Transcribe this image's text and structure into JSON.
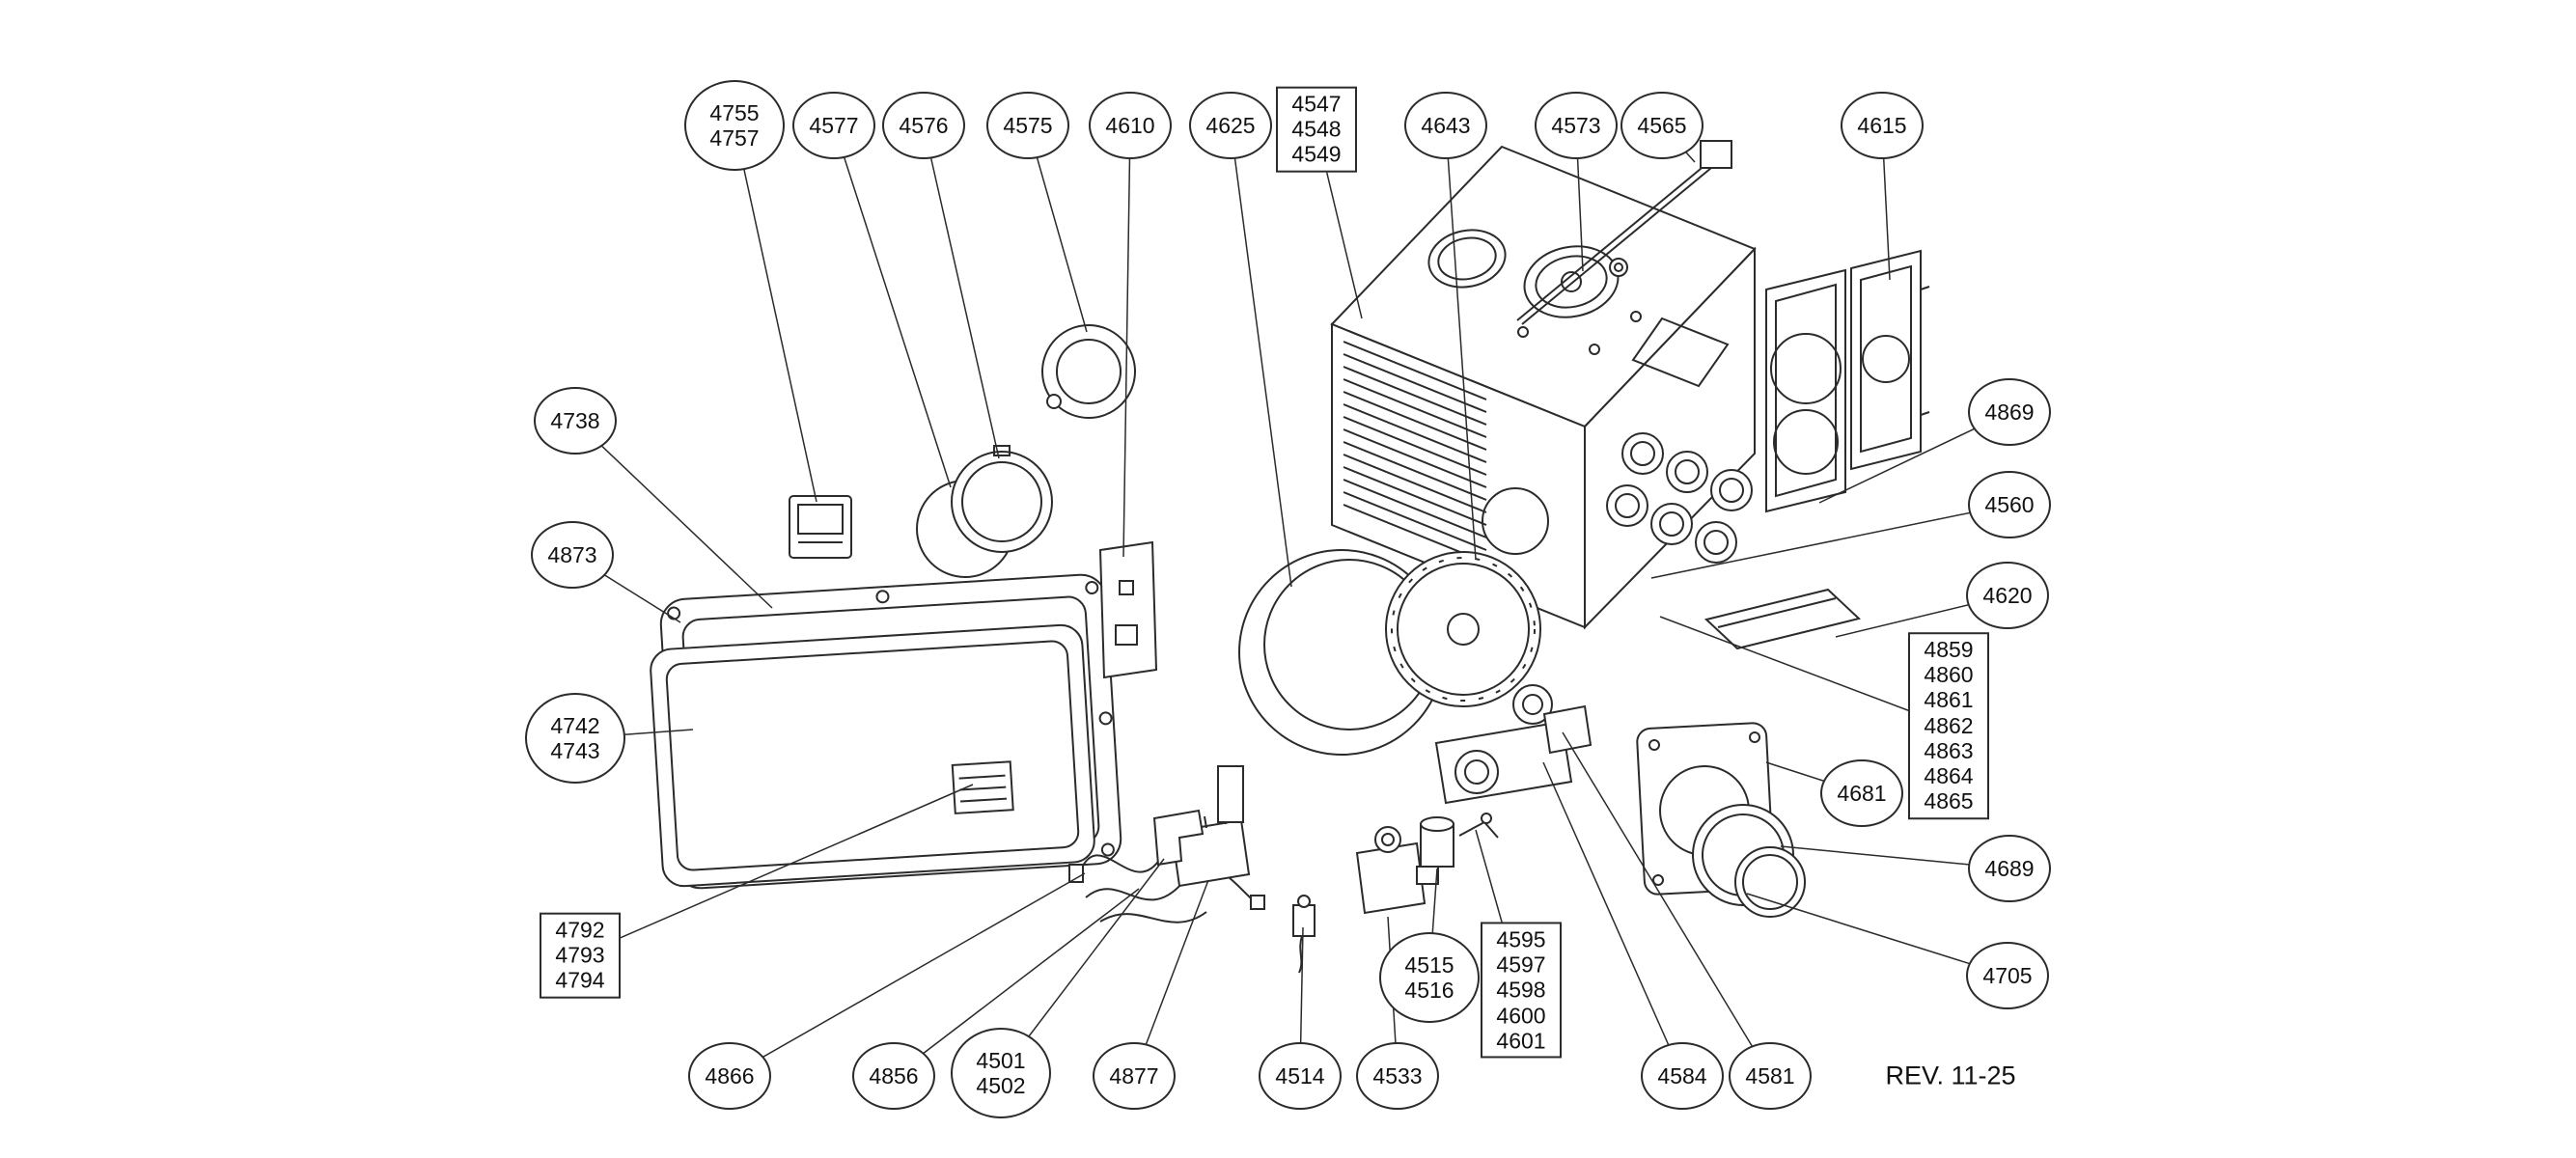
{
  "colors": {
    "line": "#2b2b2b",
    "background": "#ffffff"
  },
  "revision": "REV. 11-25",
  "callouts": {
    "c4755_4757": "4755\n4757",
    "c4577": "4577",
    "c4576": "4576",
    "c4575": "4575",
    "c4610": "4610",
    "c4625": "4625",
    "b4547_4549": "4547\n4548\n4549",
    "c4643": "4643",
    "c4573": "4573",
    "c4565": "4565",
    "c4615": "4615",
    "c4738": "4738",
    "c4873": "4873",
    "c4742_4743": "4742\n4743",
    "b4792_4794": "4792\n4793\n4794",
    "c4869": "4869",
    "c4560": "4560",
    "c4620": "4620",
    "b4859_4865": "4859\n4860\n4861\n4862\n4863\n4864\n4865",
    "c4681": "4681",
    "c4689": "4689",
    "c4705": "4705",
    "c4866": "4866",
    "c4856": "4856",
    "c4501_4502": "4501\n4502",
    "c4877": "4877",
    "c4514": "4514",
    "c4533": "4533",
    "c4515_4516": "4515\n4516",
    "b4595_4601": "4595\n4597\n4598\n4600\n4601",
    "c4584": "4584",
    "c4581": "4581"
  }
}
